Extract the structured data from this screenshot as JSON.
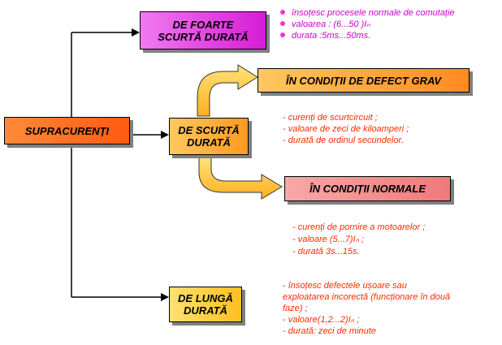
{
  "nodes": {
    "root": "SUPRACURENȚI",
    "very_short": [
      "DE FOARTE",
      "SCURTĂ DURATĂ"
    ],
    "short": [
      "DE SCURTĂ",
      "DURATĂ"
    ],
    "long": [
      "DE LUNGĂ",
      "DURATĂ"
    ],
    "fault": "ÎN CONDIȚII DE DEFECT GRAV",
    "normal": "ÎN CONDIȚII NORMALE"
  },
  "notes": {
    "very_short": [
      "însoțesc procesele normale de comutație",
      "valoarea : (6...50 )Iₙ",
      "durata :5ms...50ms."
    ],
    "fault": [
      "- curenți de scurtcircuit ;",
      "- valoare de zeci de kiloamperi ;",
      "- durată de ordinul secundelor."
    ],
    "normal": [
      "- curenți de pornire a motoarelor ;",
      "- valoare (5...7)Iₙ ;",
      "- durată 3s...15s."
    ],
    "long": [
      "-   însoțesc   defectele   ușoare   sau",
      "exploatarea incorectă (funcționare în două",
      "faze) ;",
      "- valoare(1,2...2)Iₙ ;",
      "- durată: zeci de minute"
    ]
  },
  "colors": {
    "root": "#ff6a1a",
    "short": "#ffb030",
    "long": "#ffd54a",
    "very_short": "#e633e6",
    "fault": "#ffa030",
    "normal": "#f28a8a",
    "note_red": "#ff2a00",
    "note_magenta": "#cc00cc"
  }
}
